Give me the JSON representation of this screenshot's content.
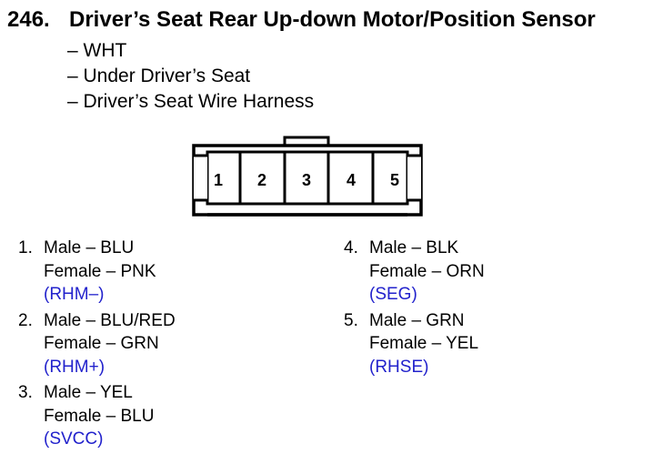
{
  "header": {
    "number": "246.",
    "title": "Driver’s Seat Rear Up-down Motor/Position Sensor"
  },
  "details": [
    "– WHT",
    "– Under Driver’s Seat",
    "– Driver’s Seat Wire Harness"
  ],
  "connector": {
    "pins": [
      "1",
      "2",
      "3",
      "4",
      "5"
    ]
  },
  "pinouts": [
    {
      "n": "1.",
      "male": "Male – BLU",
      "female": "Female – PNK",
      "signal": "(RHM–)"
    },
    {
      "n": "2.",
      "male": "Male – BLU/RED",
      "female": "Female – GRN",
      "signal": "(RHM+)"
    },
    {
      "n": "3.",
      "male": "Male – YEL",
      "female": "Female – BLU",
      "signal": "(SVCC)"
    },
    {
      "n": "4.",
      "male": "Male – BLK",
      "female": "Female – ORN",
      "signal": "(SEG)"
    },
    {
      "n": "5.",
      "male": "Male – GRN",
      "female": "Female – YEL",
      "signal": "(RHSE)"
    }
  ],
  "colors": {
    "signal": "#2222cc"
  }
}
